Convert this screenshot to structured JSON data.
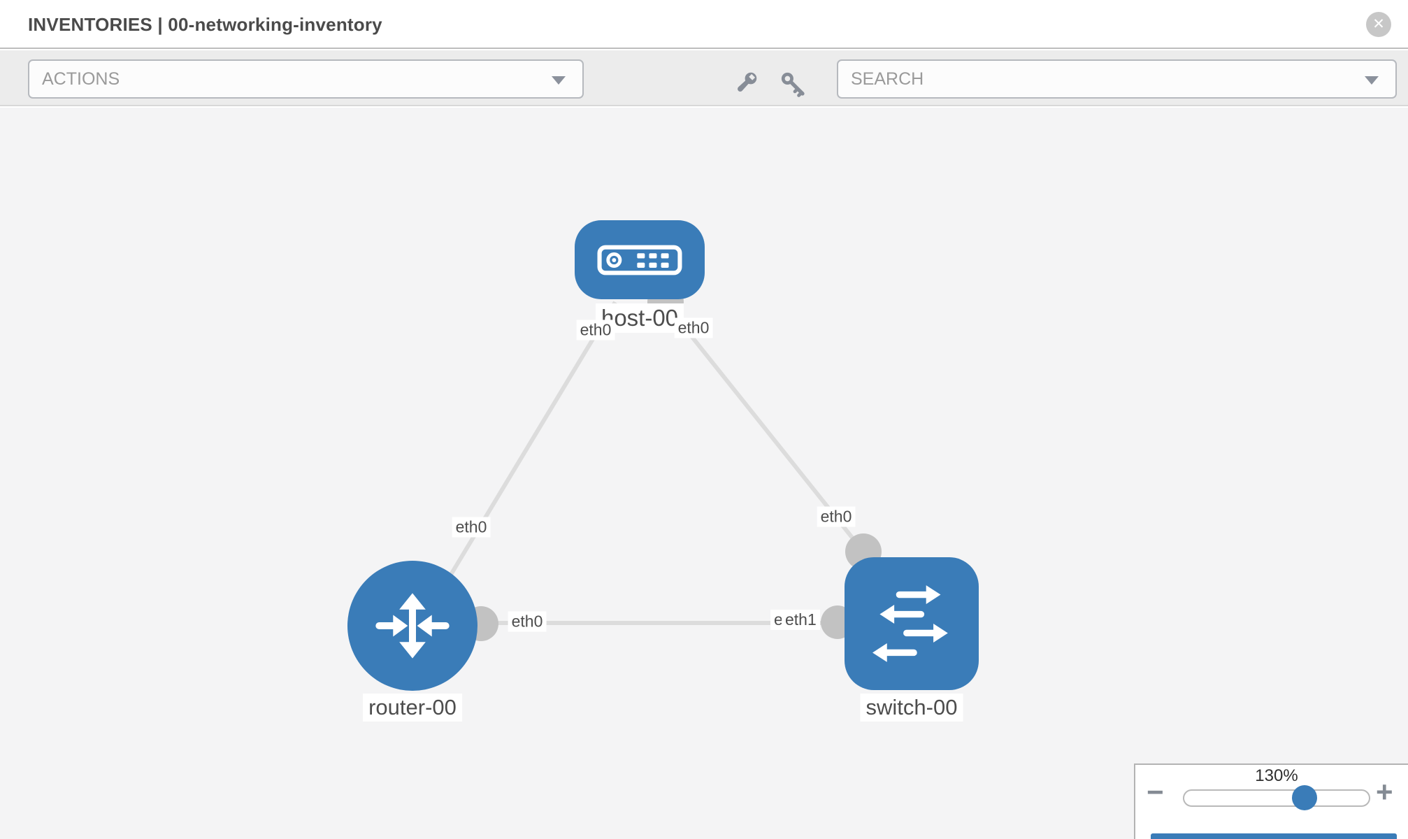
{
  "header": {
    "title": "INVENTORIES | 00-networking-inventory"
  },
  "toolbar": {
    "actions_label": "ACTIONS",
    "search_placeholder": "SEARCH"
  },
  "topology": {
    "nodes": [
      {
        "name": "host-00",
        "type": "host"
      },
      {
        "name": "router-00",
        "type": "router"
      },
      {
        "name": "switch-00",
        "type": "switch"
      }
    ],
    "links": [
      {
        "from": "host-00",
        "from_interface": "eth0",
        "to": "router-00",
        "to_interface": "eth0"
      },
      {
        "from": "host-00",
        "from_interface": "eth0",
        "to": "switch-00",
        "to_interface": "eth0"
      },
      {
        "from": "router-00",
        "from_interface": "eth0",
        "to": "switch-00",
        "to_interface": "eth1",
        "overlapping_label": "eth0"
      }
    ]
  },
  "zoom_control": {
    "value": "130%"
  },
  "icons": {
    "close": "✕",
    "minus": "−",
    "plus": "+"
  },
  "colors": {
    "node_blue": "#3a7cb8",
    "link_gray": "#dcdcdc",
    "port_gray": "#c2c2c2"
  }
}
